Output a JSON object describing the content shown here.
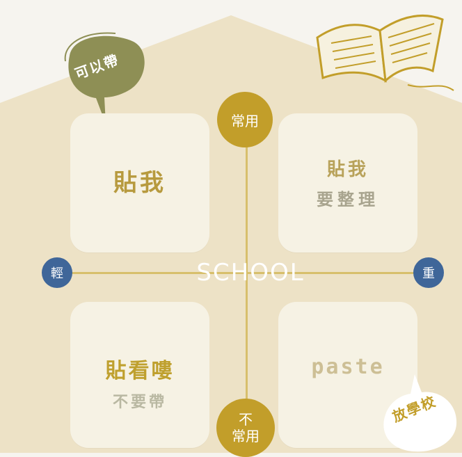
{
  "quadrants": {
    "top_left": {
      "main": "貼我"
    },
    "top_right": {
      "main": "貼我",
      "sub": "要整理"
    },
    "bottom_left": {
      "main": "貼看嘍",
      "sub": "不要帶"
    },
    "bottom_right": {
      "main": "paste"
    }
  },
  "axis": {
    "top": "常用",
    "bottom_line1": "不",
    "bottom_line2": "常用",
    "left": "輕",
    "right": "重",
    "center": "SCHOOL"
  },
  "bubbles": {
    "top_left": "可以帶",
    "bottom_right": "放學校"
  },
  "icons": {
    "book": "open-book-icon"
  },
  "colors": {
    "background": "#f6f4ef",
    "house": "#ede2c6",
    "card": "#f6f2e4",
    "gold": "#c29e2a",
    "blue": "#3f6699",
    "olive_bubble": "#8e8f55"
  }
}
